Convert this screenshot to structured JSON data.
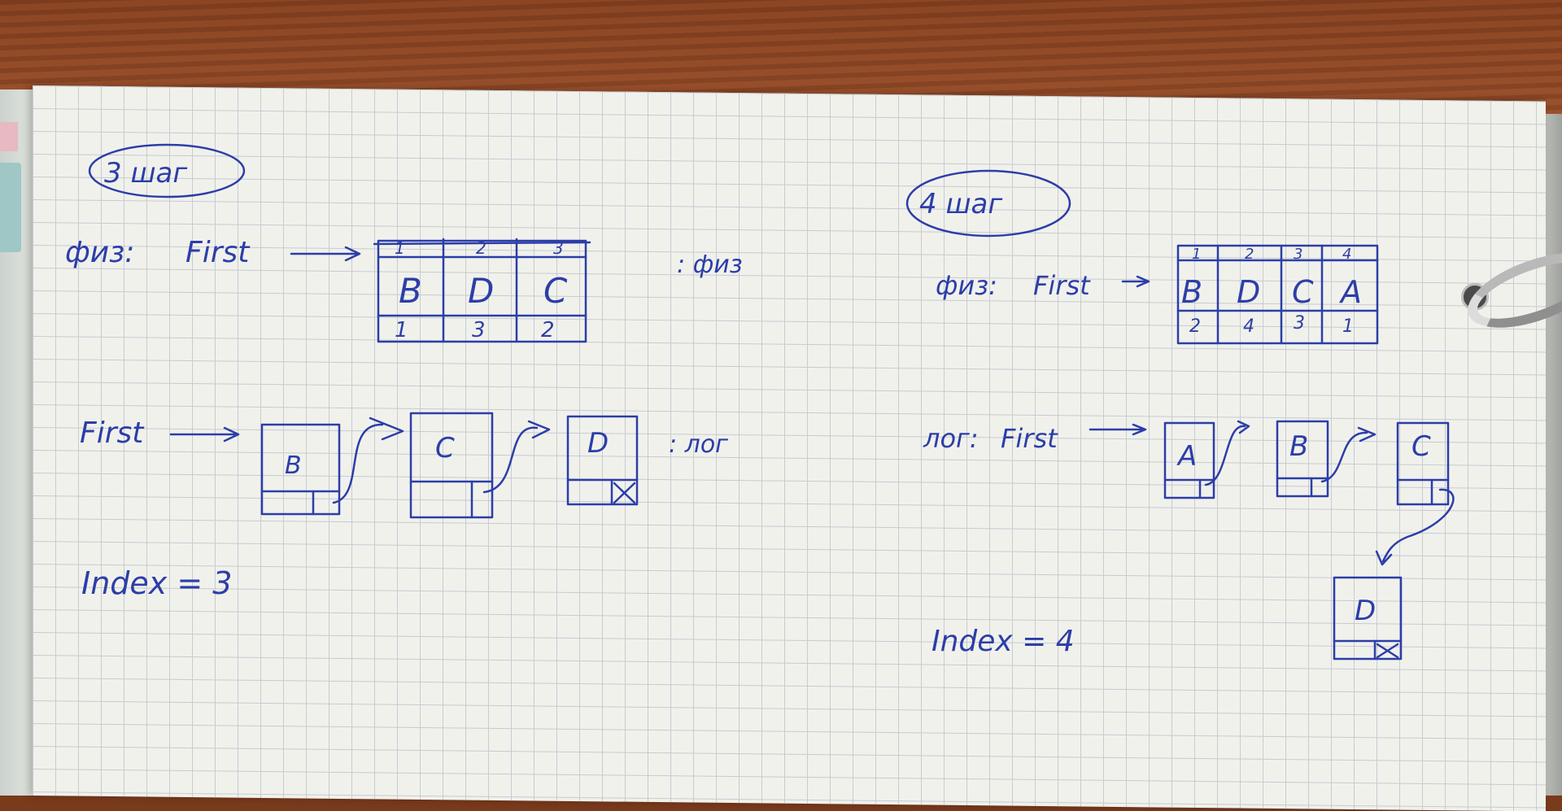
{
  "left": {
    "step_label": "3 шаг",
    "array_prefix": "физ:",
    "array_first": "First",
    "array_suffix": ": физ",
    "array_indices": [
      "1",
      "2",
      "3"
    ],
    "array_values": [
      "B",
      "D",
      "C"
    ],
    "array_links": [
      "1",
      "3",
      "2"
    ],
    "list_first": "First",
    "list_nodes": [
      "B",
      "C",
      "D"
    ],
    "list_suffix": ": лог",
    "index_text": "Index = 3"
  },
  "right": {
    "step_label": "4 шаг",
    "array_prefix": "физ:",
    "array_first": "First",
    "array_indices": [
      "1",
      "2",
      "3",
      "4"
    ],
    "array_values": [
      "B",
      "D",
      "C",
      "A"
    ],
    "array_links": [
      "2",
      "4",
      "3",
      "1"
    ],
    "list_prefix": "лог:",
    "list_first": "First",
    "list_nodes": [
      "A",
      "B",
      "C",
      "D"
    ],
    "index_text": "Index = 4"
  },
  "colors": {
    "ink": "#2c3ea8",
    "paper": "#f1f1ec",
    "grid": "#c6cbd0"
  }
}
